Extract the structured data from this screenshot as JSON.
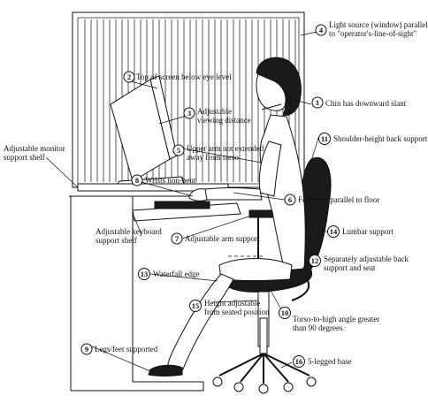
{
  "callouts": [
    {
      "n": "1",
      "text": [
        "Chin has downward slant"
      ]
    },
    {
      "n": "2",
      "text": [
        "Top of screen below eye level"
      ]
    },
    {
      "n": "3",
      "text": [
        "Adjustable",
        "viewing distance"
      ]
    },
    {
      "n": "4",
      "text": [
        "Light source (window) parallel",
        "to \"operator's-line-of-sight\""
      ]
    },
    {
      "n": "5",
      "text": [
        "Upper arm not extended",
        "away from torso"
      ]
    },
    {
      "n": "6",
      "text": [
        "Forearms parallel to floor"
      ]
    },
    {
      "n": "7",
      "text": [
        "Adjustable arm support"
      ]
    },
    {
      "n": "8",
      "text": [
        "Wrists non-bent"
      ]
    },
    {
      "n": "9",
      "text": [
        "Legs/feet supported"
      ]
    },
    {
      "n": "10",
      "text": [
        "Torso-to-high angle greater",
        "than 90 degrees"
      ]
    },
    {
      "n": "11",
      "text": [
        "Shoulder-height back support"
      ]
    },
    {
      "n": "12",
      "text": [
        "Separately adjustable back",
        "support and seat"
      ]
    },
    {
      "n": "13",
      "text": [
        "Waterfall edge"
      ]
    },
    {
      "n": "14",
      "text": [
        "Lumbar support"
      ]
    },
    {
      "n": "15",
      "text": [
        "Height adjustable",
        "from seated position"
      ]
    },
    {
      "n": "16",
      "text": [
        "5-legged base"
      ]
    }
  ],
  "labels": {
    "monitor_shelf": [
      "Adjustable monitor",
      "support shelf"
    ],
    "keyboard_shelf": [
      "Adjustable keyboard",
      "support shelf"
    ]
  }
}
